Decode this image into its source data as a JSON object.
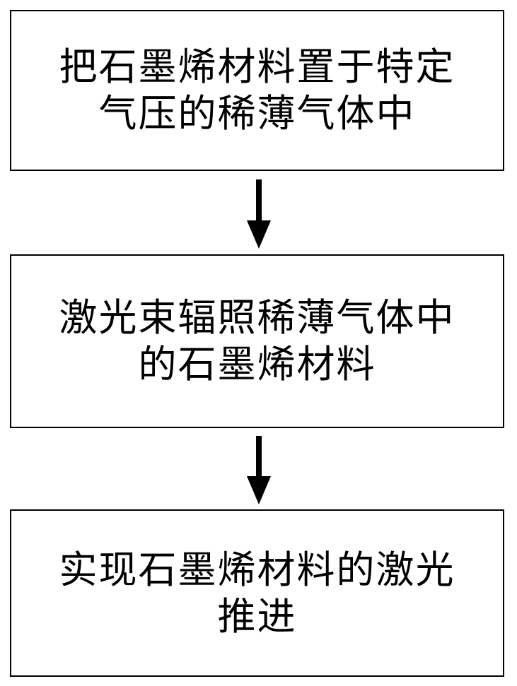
{
  "steps": [
    {
      "lines": [
        "把石墨烯材料置于特定",
        "气压的稀薄气体中"
      ]
    },
    {
      "lines": [
        "激光束辐照稀薄气体中",
        "的石墨烯材料"
      ]
    },
    {
      "lines": [
        "实现石墨烯材料的激光",
        "推进"
      ]
    }
  ],
  "colors": {
    "stroke": "#000000",
    "background": "#ffffff"
  }
}
